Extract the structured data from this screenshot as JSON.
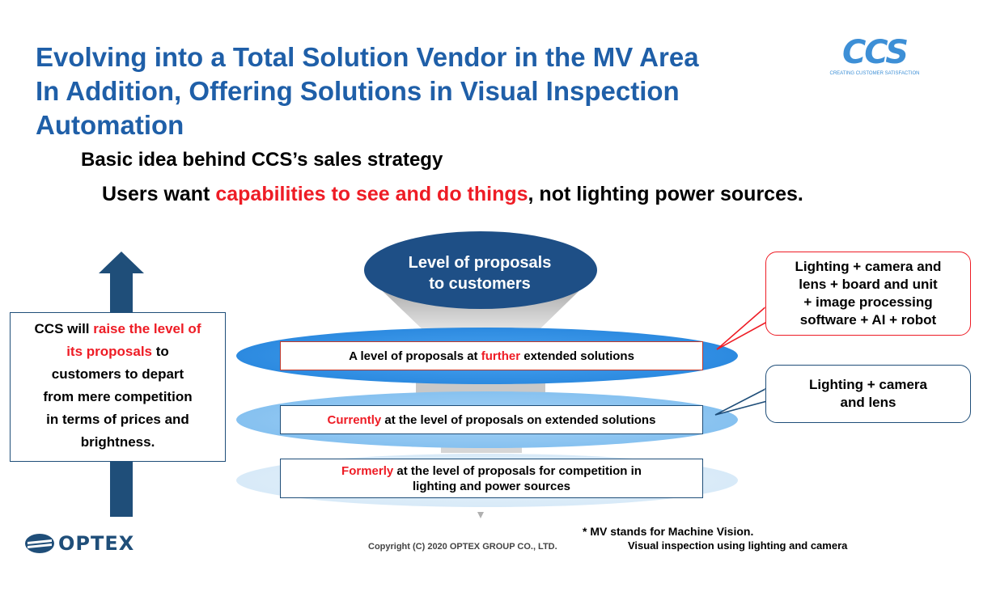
{
  "title": {
    "line1": "Evolving into a Total Solution Vendor in the MV Area",
    "line2": "In Addition, Offering Solutions in Visual Inspection",
    "line3": "Automation"
  },
  "subtitle": "Basic idea behind CCS’s sales strategy",
  "key_message": {
    "before": "Users want ",
    "highlight": "capabilities to see and do things",
    "after": ", not lighting power sources."
  },
  "ccs_logo": {
    "text": "CCS",
    "tagline": "CREATING CUSTOMER SATISFACTION"
  },
  "funnel_label": {
    "line1": "Level of proposals",
    "line2": "to customers"
  },
  "levels": {
    "top": {
      "before": "A level of proposals at ",
      "highlight": "further",
      "after": " extended solutions"
    },
    "middle": {
      "highlight": "Currently",
      "after": " at the level of proposals on extended solutions"
    },
    "bottom": {
      "highlight": "Formerly",
      "line1_after": " at the level of proposals for competition in",
      "line2": "lighting and power sources"
    }
  },
  "left_box": {
    "part1": "CCS will ",
    "highlight1": "raise the level of",
    "highlight2": "its proposals",
    "part2": " to",
    "line3": "customers to depart",
    "line4": "from mere competition",
    "line5": "in terms of prices and",
    "line6": "brightness."
  },
  "callout_top": {
    "line1": "Lighting + camera and",
    "line2": "lens + board and unit",
    "line3": "+ image processing",
    "line4": "software + AI + robot"
  },
  "callout_middle": {
    "line1": "Lighting + camera",
    "line2": "and lens"
  },
  "footnote": {
    "line1": "* MV stands for Machine Vision.",
    "line2": "Visual inspection using lighting and camera"
  },
  "copyright": "Copyright (C) 2020 OPTEX GROUP CO., LTD.",
  "optex_logo": "OPTEX",
  "colors": {
    "title_blue": "#1f5fa8",
    "accent_red": "#ee1c25",
    "navy": "#1f4e79",
    "ellipse_dark": "#1e4f86"
  }
}
